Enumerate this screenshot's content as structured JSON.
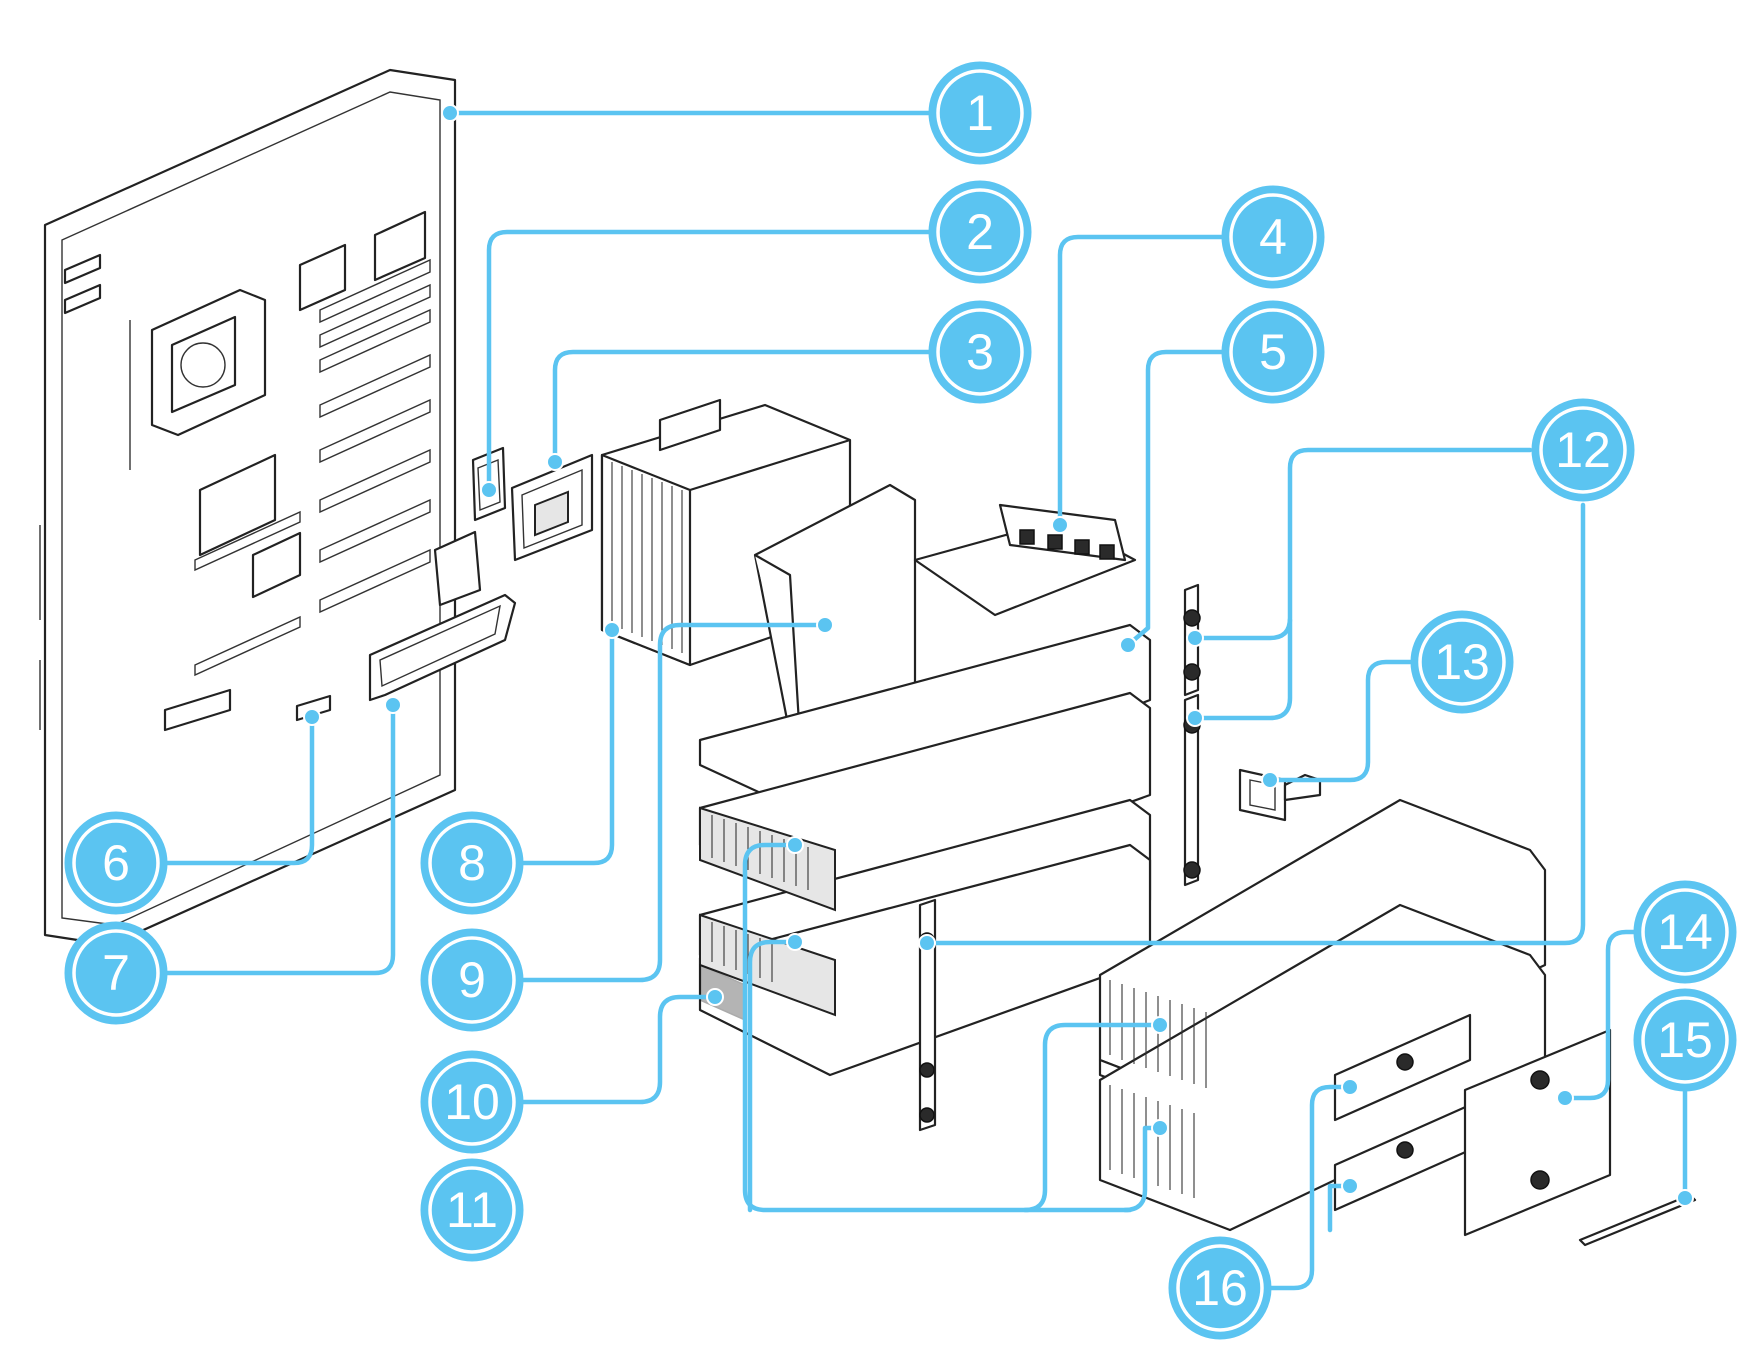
{
  "diagram": {
    "callouts": [
      {
        "id": "c1",
        "label": "1"
      },
      {
        "id": "c2",
        "label": "2"
      },
      {
        "id": "c3",
        "label": "3"
      },
      {
        "id": "c4",
        "label": "4"
      },
      {
        "id": "c5",
        "label": "5"
      },
      {
        "id": "c6",
        "label": "6"
      },
      {
        "id": "c7",
        "label": "7"
      },
      {
        "id": "c8",
        "label": "8"
      },
      {
        "id": "c9",
        "label": "9"
      },
      {
        "id": "c10",
        "label": "10"
      },
      {
        "id": "c11",
        "label": "11"
      },
      {
        "id": "c12",
        "label": "12"
      },
      {
        "id": "c13",
        "label": "13"
      },
      {
        "id": "c14",
        "label": "14"
      },
      {
        "id": "c15",
        "label": "15"
      },
      {
        "id": "c16",
        "label": "16"
      }
    ],
    "colors": {
      "accent": "#5BC4F1",
      "line_art": "#222222",
      "background": "#ffffff"
    }
  }
}
